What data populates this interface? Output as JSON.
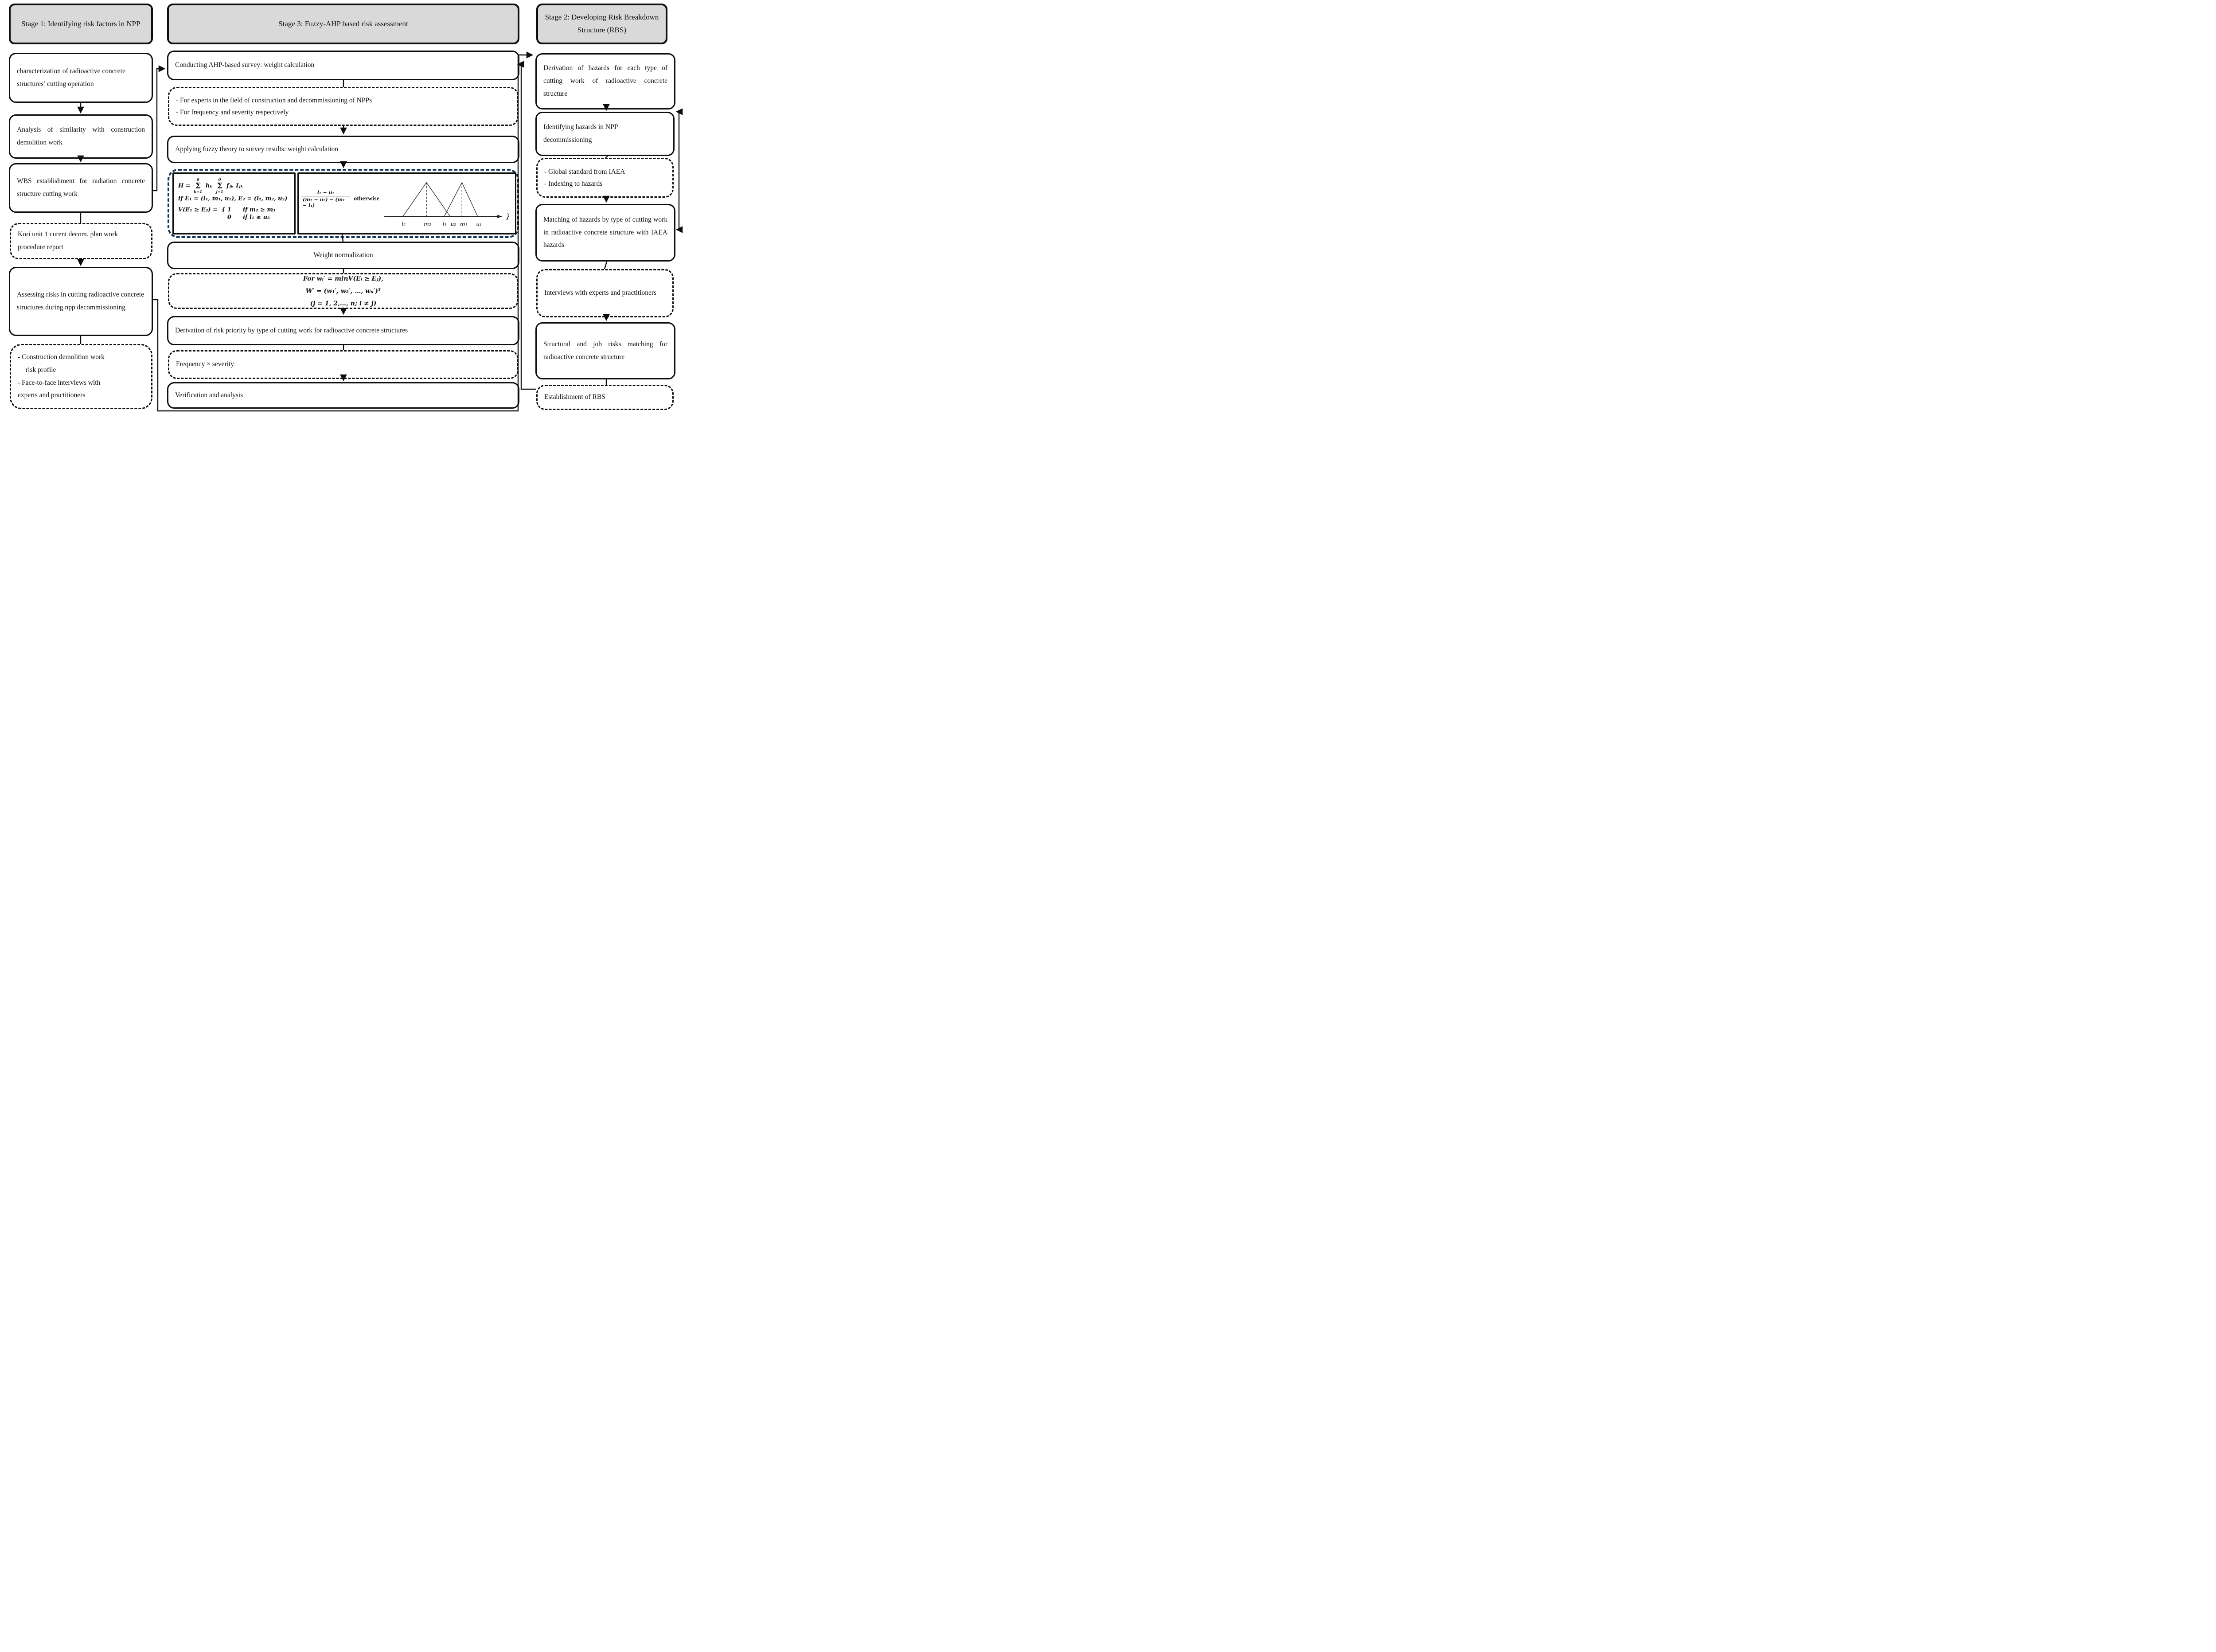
{
  "left": {
    "header": "Stage 1: Identifying risk factors in NPP",
    "characterization": "characterization of radioactive concrete structures’ cutting operation",
    "analysis": "Analysis of similarity with construction demolition work",
    "wbs": "WBS establishment for radiation concrete structure cutting work",
    "kori": "Kori unit 1 curent decom. plan work procedure report",
    "assessing": "Assessing risks in cutting radioactive concrete structures during npp decommissioning",
    "profile_line1": "- Construction demolition work",
    "profile_line2": "risk profile",
    "profile_line3": "- Face-to-face interviews with",
    "profile_line4": "experts and practitioners"
  },
  "middle": {
    "header": "Stage 3: Fuzzy-AHP based risk assessment",
    "conducting": "Conducting AHP-based survey: weight calculation",
    "bullet1": "- For experts in the field of construction and decommissioning of NPPs",
    "bullet2": "- For frequency and severity respectively",
    "applying": "Applying fuzzy theory to survey results: weight calculation",
    "weight_norm": "Weight normalization",
    "risk_priority": "Derivation of risk priority by type of cutting work for radioactive concrete structures",
    "frequency": "Frequency × severity",
    "verification": "Verification and analysis",
    "formula": {
      "h_lhs": "H =",
      "sum1_sup": "0",
      "sum1_sub": "k=1",
      "after_sum1": "hₖ",
      "sum2_sup": "0",
      "sum2_sub": "j=1",
      "after_sum2": "fⱼₖ Iⱼₖ",
      "line_if": "if E₁ = (l₁, m₁, u₁), E₂ = (l₂, m₂, u₂)",
      "v_lhs": "V(E₁ ≥ E₂) =",
      "case1_val": "{ 1",
      "case1_cond": "if m₂ ≥ m₁",
      "case2_val": "0",
      "case2_cond": "if l₁ ≥ u₂",
      "frac_num": "l₁ − u₂",
      "frac_den": "(m₂ − u₂) − (m₁ − l₁)",
      "otherwise": "otherwise",
      "brace": "}",
      "axis_l2": "l₂",
      "axis_m2": "m₂",
      "axis_l1": "l₁",
      "axis_u2": "u₂",
      "axis_m1": "m₁",
      "axis_u1": "u₁"
    },
    "weight_formula": {
      "line1": "For wᵢ′ = minV(Eᵢ ≥ Eⱼ),",
      "line2": "W′ = (w₁′, w₂′, …, wₙ′)ᵀ",
      "line3": "(j = 1, 2,…, n; i ≠ j)"
    }
  },
  "right": {
    "header": "Stage 2: Developing Risk Breakdown Structure (RBS)",
    "derivation": "Derivation of hazards for each type of cutting work of radioactive concrete structure",
    "identifying": "Identifying hazards in NPP decommissioning",
    "bullet_global": "- Global standard from IAEA",
    "bullet_indexing": "- Indexing to hazards",
    "matching": "Matching of hazards by type of cutting work in radioactive concrete structure with IAEA hazards",
    "interviews": "Interviews with experts and practitioners",
    "structural": "Structural and job risks matching for radioactive concrete structure",
    "establishment": "Establishment of RBS"
  },
  "colors": {
    "header_fill": "#d9d9d9",
    "line": "#0d0d0d",
    "formula_border": "#17365d"
  }
}
